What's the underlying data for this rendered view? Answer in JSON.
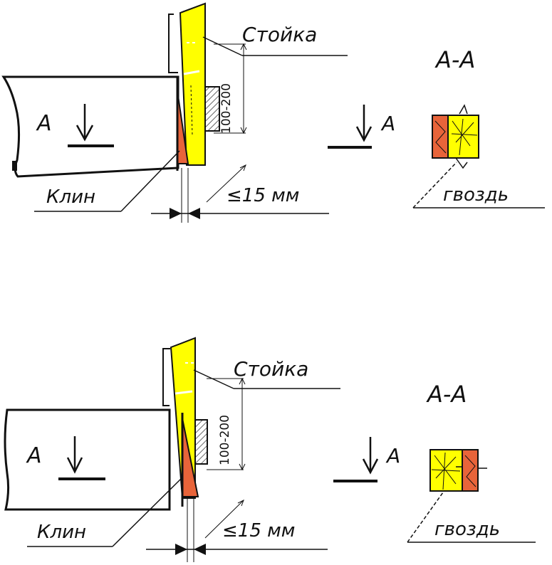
{
  "colors": {
    "stand": "#ffff00",
    "wedge": "#e8643a",
    "line": "#111111",
    "hatch": "#333333"
  },
  "diagrams": [
    {
      "stand_label": "Стойка",
      "wedge_label": "Клин",
      "section_title": "А-А",
      "view_letter": "А",
      "section_letter": "А",
      "dimension": "100-200",
      "gap_limit": "≤15 мм",
      "nail_label": "гвоздь"
    },
    {
      "stand_label": "Стойка",
      "wedge_label": "Клин",
      "section_title": "А-А",
      "view_letter": "А",
      "section_letter": "А",
      "dimension": "100-200",
      "gap_limit": "≤15 мм",
      "nail_label": "гвоздь"
    }
  ]
}
